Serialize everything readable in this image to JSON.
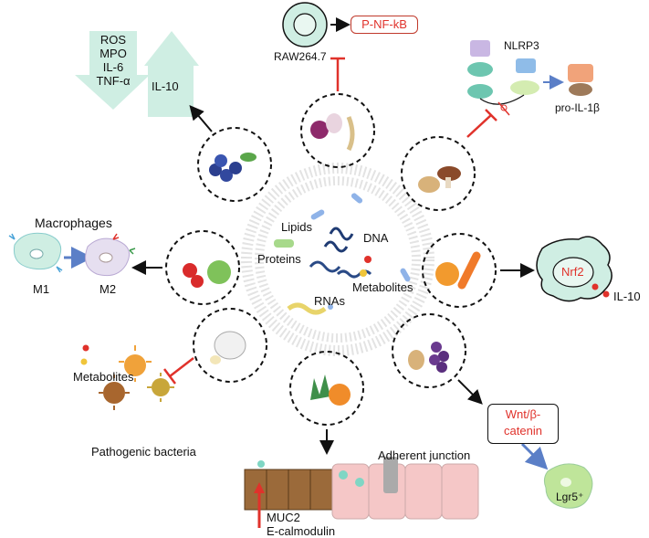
{
  "center": {
    "lipids": "Lipids",
    "dna": "DNA",
    "proteins": "Proteins",
    "rnas": "RNAs",
    "metabolites": "Metabolites"
  },
  "top_left": {
    "down_items": [
      "ROS",
      "MPO",
      "IL-6",
      "TNF-α"
    ],
    "up_item": "IL-10"
  },
  "top_center": {
    "cell_line": "RAW264.7",
    "target": "P-NF-kB"
  },
  "top_right": {
    "inflammasome": "NLRP3",
    "product": "pro-IL-1β"
  },
  "left": {
    "title": "Macrophages",
    "from": "M1",
    "to": "M2"
  },
  "right": {
    "factor": "Nrf2",
    "cytokine": "IL-10"
  },
  "bottom_left": {
    "metabolites": "Metabolites",
    "bacteria": "Pathogenic bacteria"
  },
  "bottom_center": {
    "junction": "Adherent junction",
    "marker1": "MUC2",
    "marker2": "E-calmodulin"
  },
  "bottom_right": {
    "pathway": "Wnt/β-catenin",
    "stem_cell": "Lgr5⁺"
  },
  "colors": {
    "arrow_black": "#111111",
    "inhibit_red": "#e0322b",
    "blue_arrow": "#5b7fc7",
    "mint": "#cfeee3"
  }
}
